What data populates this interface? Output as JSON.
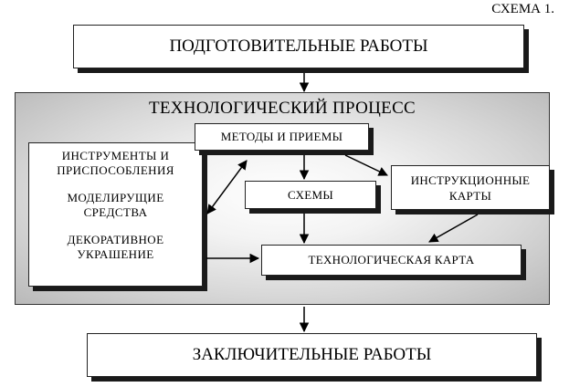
{
  "schema_label": "СХЕМА 1.",
  "prep_works": "ПОДГОТОВИТЕЛЬНЫЕ РАБОТЫ",
  "process": {
    "title": "ТЕХНОЛОГИЧЕСКИЙ ПРОЦЕСС",
    "methods": "МЕТОДЫ И ПРИЕМЫ",
    "schemes": "СХЕМЫ",
    "instruction_cards": "ИНСТРУКЦИОННЫЕ\nКАРТЫ",
    "tech_card": "ТЕХНОЛОГИЧЕСКАЯ КАРТА",
    "tools_box": {
      "tools": "ИНСТРУМЕНТЫ И\nПРИСПОСОБЛЕНИЯ",
      "modeling": "МОДЕЛИРУЩИЕ\nСРЕДСТВА",
      "decor": "ДЕКОРАТИВНОЕ\nУКРАШЕНИЕ"
    }
  },
  "final_works": "ЗАКЛЮЧИТЕЛЬНЫЕ РАБОТЫ"
}
